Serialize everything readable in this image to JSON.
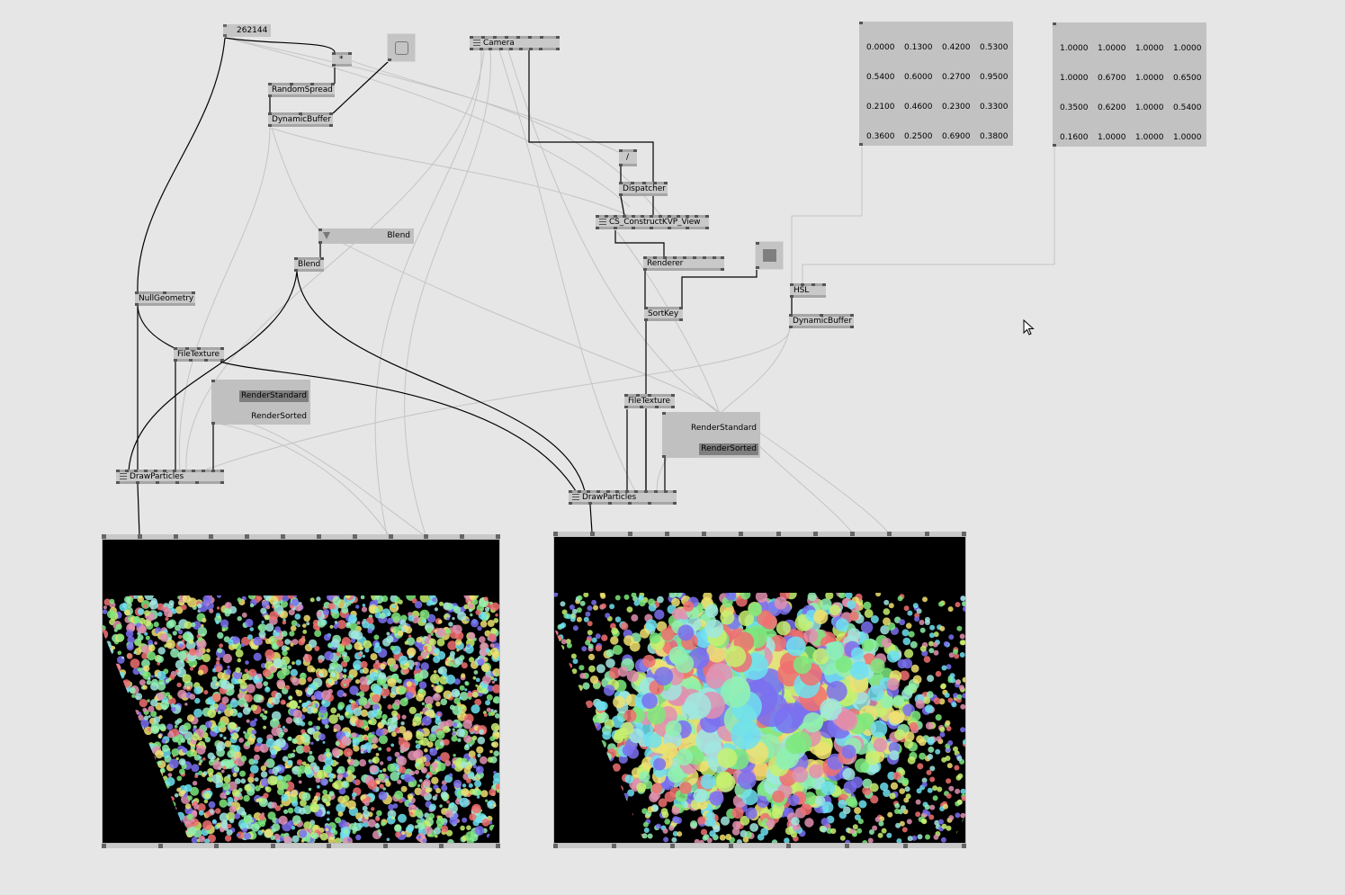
{
  "nodes": {
    "iobox_count": "262144",
    "multiply": "*",
    "random_spread": "RandomSpread",
    "dynamic_buffer_1": "DynamicBuffer",
    "camera": "Camera",
    "divide": "/",
    "dispatcher": "Dispatcher",
    "cs_construct": "CS_ConstructKVP_View",
    "renderer": "Renderer",
    "sortkey": "SortKey",
    "hsl": "HSL",
    "dynamic_buffer_2": "DynamicBuffer",
    "blend_enum": "Blend",
    "blend": "Blend",
    "null_geometry": "NullGeometry",
    "file_texture_1": "FileTexture",
    "file_texture_2": "FileTexture",
    "draw_particles_1": "DrawParticles",
    "draw_particles_2": "DrawParticles"
  },
  "technique_enum_1": {
    "options": [
      "RenderStandard",
      "RenderSorted"
    ],
    "selected": "RenderStandard"
  },
  "technique_enum_2": {
    "options": [
      "RenderStandard",
      "RenderSorted"
    ],
    "selected": "RenderSorted"
  },
  "matrix_1": [
    [
      "0.0000",
      "0.1300",
      "0.4200",
      "0.5300"
    ],
    [
      "0.5400",
      "0.6000",
      "0.2700",
      "0.9500"
    ],
    [
      "0.2100",
      "0.4600",
      "0.2300",
      "0.3300"
    ],
    [
      "0.3600",
      "0.2500",
      "0.6900",
      "0.3800"
    ]
  ],
  "matrix_2": [
    [
      "1.0000",
      "1.0000",
      "1.0000",
      "1.0000"
    ],
    [
      "1.0000",
      "0.6700",
      "1.0000",
      "0.6500"
    ],
    [
      "0.3500",
      "0.6200",
      "1.0000",
      "0.5400"
    ],
    [
      "0.1600",
      "1.0000",
      "1.0000",
      "1.0000"
    ]
  ],
  "toggles": {
    "bang_1": "off",
    "toggle_2": "on"
  },
  "icons": {
    "menu": "hamburger-menu-icon",
    "dropdown": "triangle-down-icon",
    "cursor": "mouse-pointer-icon"
  },
  "colors": {
    "background": "#e6e6e6",
    "node": "#c9c9c9",
    "selected_option": "#7f7f7f",
    "renderer_bg": "#000000"
  },
  "particle_palette": [
    "#7ee87e",
    "#6fe0f0",
    "#f07070",
    "#7a70f0",
    "#c8f070",
    "#f0e070",
    "#90f0b0",
    "#e090b0",
    "#a0e8e0"
  ]
}
